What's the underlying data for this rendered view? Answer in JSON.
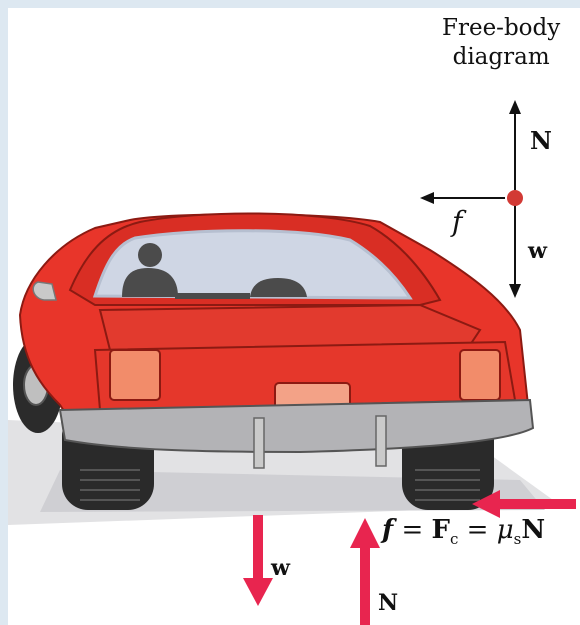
{
  "fbd": {
    "title_line1": "Free-body",
    "title_line2": "diagram",
    "label_normal": "N",
    "label_friction": "f",
    "label_weight": "w"
  },
  "forces": {
    "label_weight": "w",
    "label_normal": "N",
    "equation": {
      "f": "f",
      "eq1": " = ",
      "F": "F",
      "F_sub": "c",
      "eq2": " = ",
      "mu": "μ",
      "mu_sub": "s",
      "N": "N"
    }
  },
  "colors": {
    "background": "#dde8f1",
    "car_body": "#e8352a",
    "force_arrow": "#e8254f",
    "dot": "#d23a35"
  }
}
